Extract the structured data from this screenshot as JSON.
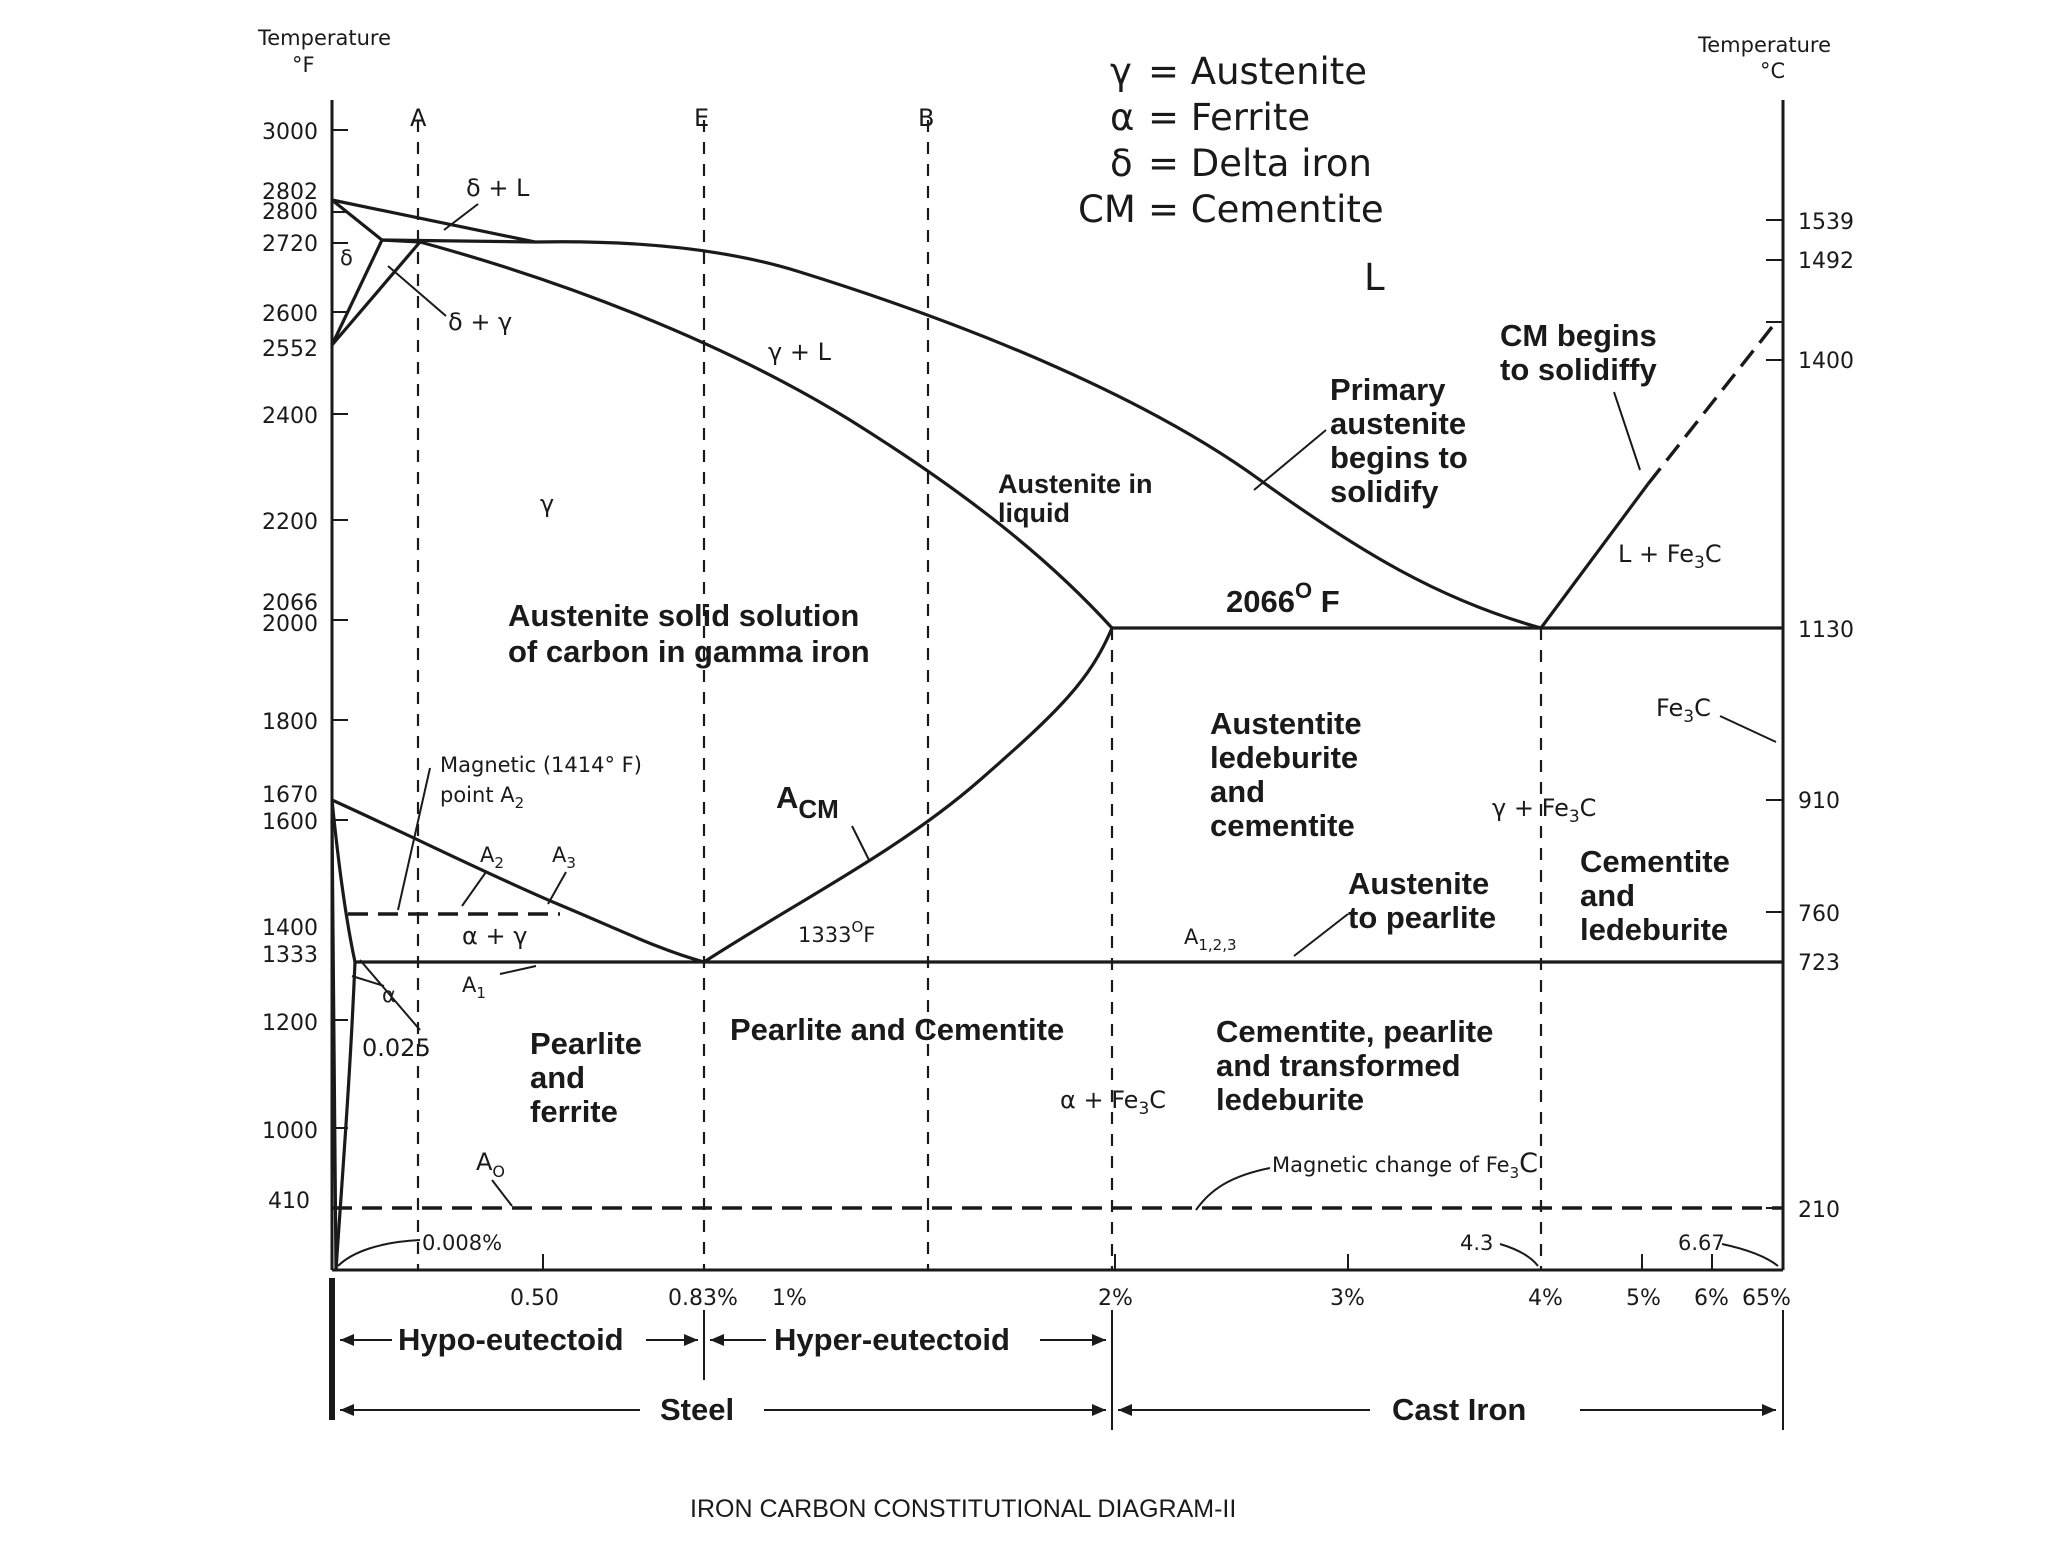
{
  "caption": "IRON CARBON CONSTITUTIONAL  DIAGRAM-II",
  "left_axis": {
    "title_line1": "Temperature",
    "title_line2": "°F",
    "ticks": [
      "3000",
      "2802",
      "2800",
      "2720",
      "2600",
      "2552",
      "2400",
      "2200",
      "2066",
      "2000",
      "1800",
      "1670",
      "1600",
      "1400",
      "1333",
      "1200",
      "1000",
      "410"
    ]
  },
  "right_axis": {
    "title_line1": "Temperature",
    "title_line2": "°C",
    "ticks": [
      "1539",
      "1492",
      "1400",
      "1130",
      "910",
      "760",
      "723",
      "210"
    ]
  },
  "x_axis": {
    "ticks": [
      "0.50",
      "0.83%",
      "1%",
      "2%",
      "3%",
      "4%",
      "5%",
      "6%",
      "65%"
    ],
    "callouts": [
      "0.008%",
      "4.3",
      "6.67"
    ]
  },
  "vertical_lines": [
    "A",
    "E",
    "B"
  ],
  "legend": [
    {
      "symbol": "γ",
      "meaning": "= Austenite"
    },
    {
      "symbol": "α",
      "meaning": "= Ferrite"
    },
    {
      "symbol": "δ",
      "meaning": "= Delta  iron"
    },
    {
      "symbol": "CM",
      "meaning": "= Cementite"
    }
  ],
  "labels": {
    "delta_l": "δ + L",
    "delta": "δ",
    "delta_gamma": "δ + γ",
    "gamma_l": "γ + L",
    "liquid": "L",
    "gamma": "γ",
    "primary": [
      "Primary",
      "austenite",
      "begins to",
      "solidify"
    ],
    "cm_begins": [
      "CM begins",
      "to solidiffy"
    ],
    "austenite_in_liquid": [
      "Austenite in",
      "liquid"
    ],
    "l_fe3c_prefix": "L + Fe",
    "l_fe3c_sub": "3",
    "l_fe3c_suffix": "C",
    "temp_2066": "2066",
    "temp_2066_deg": "O",
    "temp_2066_unit": " F",
    "austenite_solid": [
      "Austenite solid solution",
      "of carbon in gamma iron"
    ],
    "fe3c_arrow_prefix": "Fe",
    "fe3c_arrow_sub": "3",
    "fe3c_arrow_suffix": "C",
    "magnetic_point": [
      "Magnetic (1414° F)",
      "point  A"
    ],
    "magnetic_point_sub": "2",
    "acm_main": "A",
    "acm_sub": "CM",
    "austentite_ledeburite": [
      "Austentite",
      "ledeburite",
      "and",
      "cementite"
    ],
    "gamma_fe3c_prefix": "γ + Fe",
    "gamma_fe3c_sub": "3",
    "gamma_fe3c_suffix": "C",
    "a2": "A",
    "a2_sub": "2",
    "a3": "A",
    "a3_sub": "3",
    "austenite_to_pearlite": [
      "Austenite",
      "to pearlite"
    ],
    "cementite_ledeburite": [
      "Cementite",
      "and",
      "ledeburite"
    ],
    "alpha_gamma": "α + γ",
    "temp_1333": "1333",
    "temp_1333_deg": "O",
    "temp_1333_unit": "F",
    "a123": "A",
    "a123_sub": "1,2,3",
    "a1": "A",
    "a1_sub": "1",
    "alpha": "α",
    "c0025": "0.025",
    "pearlite_ferrite": [
      "Pearlite",
      "and",
      "ferrite"
    ],
    "pearlite_cementite": "Pearlite and Cementite",
    "alpha_fe3c_prefix": "α + Fe",
    "alpha_fe3c_sub": "3",
    "alpha_fe3c_suffix": "C",
    "cementite_pearlite": [
      "Cementite, pearlite",
      "and transformed",
      "ledeburite"
    ],
    "a0": "A",
    "a0_sub": "O",
    "magnetic_change_prefix": "Magnetic  change  of  Fe",
    "magnetic_change_sub": "3",
    "magnetic_change_suffix": "C"
  },
  "ranges": {
    "hypo": "Hypo-eutectoid",
    "hyper": "Hyper-eutectoid",
    "steel": "Steel",
    "cast_iron": "Cast Iron"
  }
}
